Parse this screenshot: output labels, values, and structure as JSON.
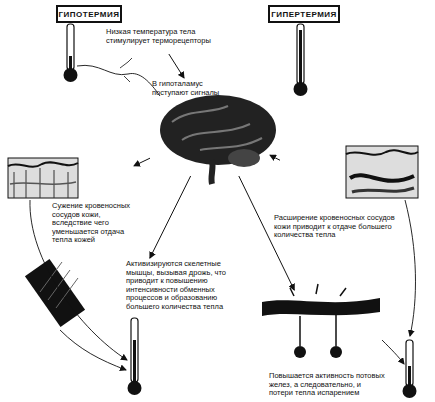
{
  "diagram": {
    "nodes": [
      {
        "text": [
          "ГИПОТЕРМИЯ"
        ]
      },
      {
        "text": [
          "ГИПЕРТЕРМИЯ"
        ]
      },
      {
        "text": [
          "Низкая температура тела стимулирует терморецепторы"
        ]
      },
      {
        "text": [
          "В гипоталамус поступают сигналы"
        ]
      },
      {
        "text": [
          "Сужение кровеносных сосудов кожи, вследствие чего уменьшается отдача тепла кожей"
        ]
      },
      {
        "text": [
          "Расширение кровеносных сосудов кожи приводит к отдаче большего количества тепла"
        ]
      },
      {
        "text": [
          "Активизируются скелетные мышцы, вызывая дрожь, что приводит к повышению интенсивности обменных процессов и образованию большего количества тепла"
        ]
      },
      {
        "text": [
          "Повышается активность потовых желез, а следовательно, и потери тепла испарением"
        ]
      }
    ],
    "edges": [
      {
        "from": 2,
        "to": 3,
        "arrow": "to"
      },
      {
        "from": 3,
        "to": 4,
        "arrow": "to"
      },
      {
        "from": 3,
        "to": 5,
        "arrow": "to"
      },
      {
        "from": 3,
        "to": 6,
        "arrow": "to"
      },
      {
        "from": 3,
        "to": 7,
        "arrow": "to"
      }
    ]
  }
}
